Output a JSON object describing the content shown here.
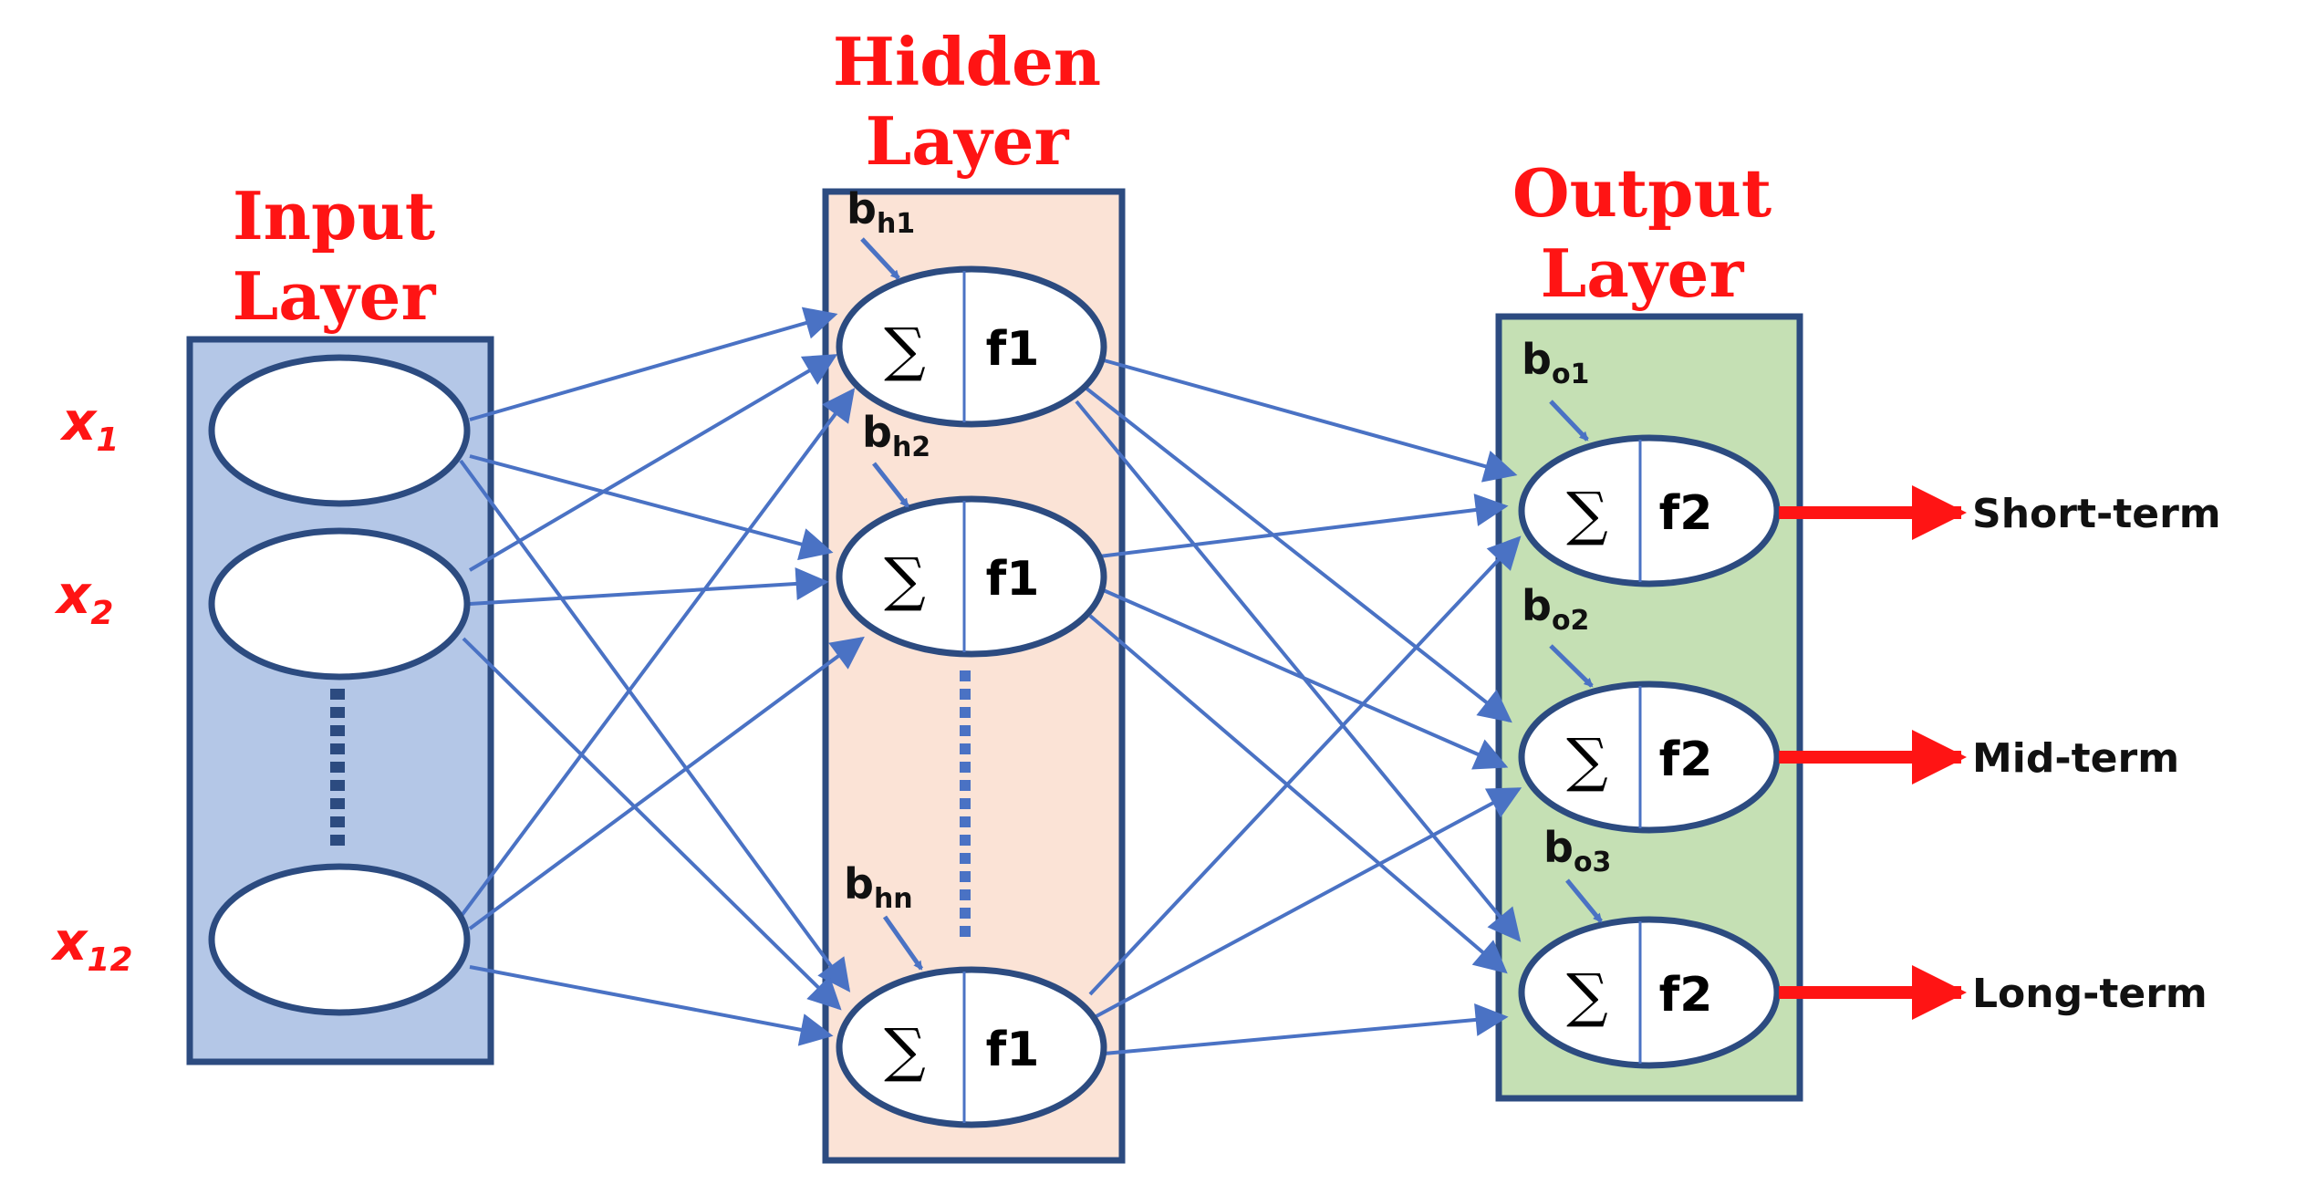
{
  "layers": {
    "input": {
      "title_line1": "Input",
      "title_line2": "Layer",
      "inputs": [
        {
          "base": "x",
          "sub": "1"
        },
        {
          "base": "x",
          "sub": "2"
        },
        {
          "base": "x",
          "sub": "12"
        }
      ]
    },
    "hidden": {
      "title_line1": "Hidden",
      "title_line2": "Layer",
      "neurons": [
        {
          "sum": "∑",
          "fn": "f1",
          "bias_base": "b",
          "bias_sub": "h1"
        },
        {
          "sum": "∑",
          "fn": "f1",
          "bias_base": "b",
          "bias_sub": "h2"
        },
        {
          "sum": "∑",
          "fn": "f1",
          "bias_base": "b",
          "bias_sub": "hn"
        }
      ]
    },
    "output": {
      "title_line1": "Output",
      "title_line2": "Layer",
      "neurons": [
        {
          "sum": "∑",
          "fn": "f2",
          "bias_base": "b",
          "bias_sub": "o1",
          "label": "Short-term"
        },
        {
          "sum": "∑",
          "fn": "f2",
          "bias_base": "b",
          "bias_sub": "o2",
          "label": "Mid-term"
        },
        {
          "sum": "∑",
          "fn": "f2",
          "bias_base": "b",
          "bias_sub": "o3",
          "label": "Long-term"
        }
      ]
    }
  },
  "colors": {
    "title_red": "#ff1414",
    "input_fill": "#b4c7e7",
    "hidden_fill": "#fbe3d6",
    "output_fill": "#c5e0b4",
    "border": "#2c4b80",
    "connection": "#4a72c4",
    "output_arrow": "#ff1414"
  }
}
